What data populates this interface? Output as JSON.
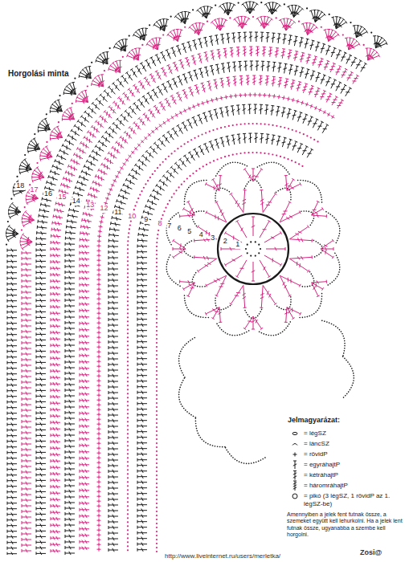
{
  "diagram": {
    "title": "Horgolási minta",
    "labels": [
      "18",
      "17",
      "16",
      "15",
      "14",
      "13",
      "12",
      "11",
      "10",
      "9",
      "8",
      "7",
      "6",
      "5",
      "4",
      "3",
      "2",
      "1",
      "Jelmagyarázat:",
      "Amennyiben a jelek fent futnak össze, a szemeket együtt kell lehurkolni. Ha a jelek lent futnak össze, ugyanabba a szembe kell horgolni.",
      "Zosi@",
      "http://www.liveinternet.ru/users/merletka/"
    ],
    "legend": [
      {
        "text": "= légSZ"
      },
      {
        "text": "= láncSZ"
      },
      {
        "text": "= rövidP"
      },
      {
        "text": "= egyráhajtP"
      },
      {
        "text": "= kétráhajtP"
      },
      {
        "text": "= háromráhajtP"
      },
      {
        "text": "= pikó (3 légSZ, 1 rövidP az 1. légSZ-be)"
      }
    ]
  }
}
